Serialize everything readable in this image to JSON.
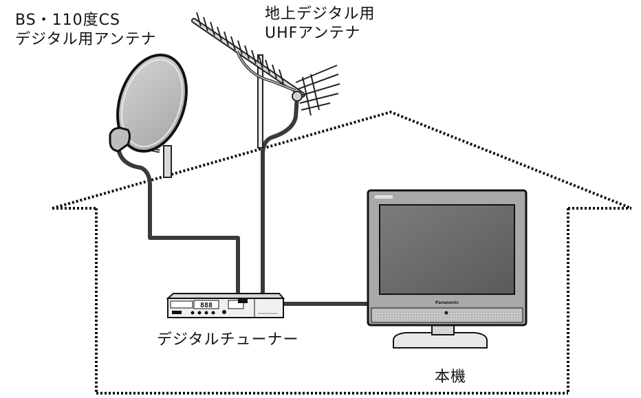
{
  "labels": {
    "bs_antenna_line1": "BS・110度CS",
    "bs_antenna_line2": "デジタル用アンテナ",
    "uhf_antenna_line1": "地上デジタル用",
    "uhf_antenna_line2": "UHFアンテナ",
    "tuner": "デジタルチューナー",
    "tv": "本機"
  },
  "tuner_panel": {
    "display": "888"
  },
  "tv_panel": {
    "brand": "Panasonic"
  },
  "colors": {
    "cable": "#3a3a3a",
    "house_outline": "#111111",
    "tv_screen": "#6f6f6f",
    "tv_bezel": "#a9a9a9"
  }
}
